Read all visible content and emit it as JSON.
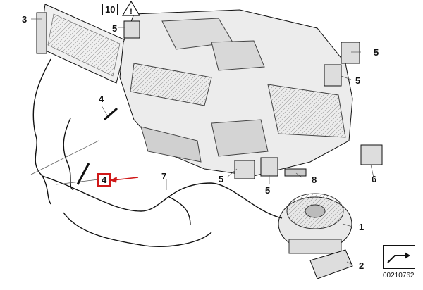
{
  "callouts": {
    "c1": "1",
    "c2": "2",
    "c3": "3",
    "c4_top": "4",
    "c4_selected": "4",
    "c5_a": "5",
    "c5_b": "5",
    "c5_c": "5",
    "c5_d": "5",
    "c5_e": "5",
    "c6": "6",
    "c7": "7",
    "c8": "8",
    "c10": "10"
  },
  "warning_icon": "warning-triangle-icon",
  "nav_icon": "next-page-arrow-icon",
  "diagram_id": "00210762",
  "colors": {
    "line": "#111111",
    "highlight": "#d01818",
    "part": "#e6e6e6"
  }
}
